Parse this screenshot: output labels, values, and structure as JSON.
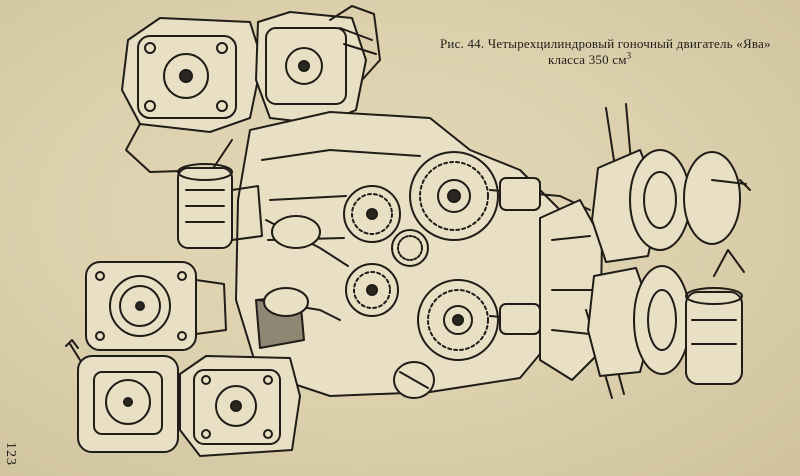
{
  "caption": {
    "line1": "Рис. 44. Четырехцилиндровый гоночный двигатель «Ява»",
    "line2_prefix": "класса 350 см",
    "line2_sup": "3"
  },
  "page_number": "123",
  "illustration": {
    "kind": "exploded-engine-drawing"
  },
  "colors": {
    "paper": "#ddd2b0",
    "ink": "#201d18"
  }
}
